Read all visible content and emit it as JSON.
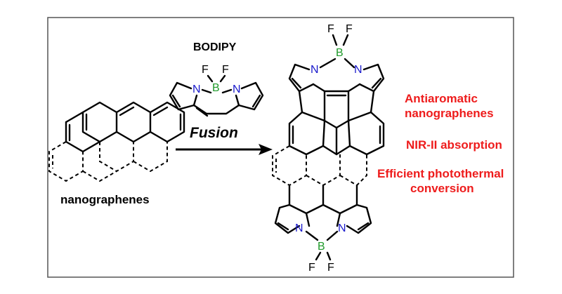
{
  "labels": {
    "bodipy": "BODIPY",
    "fusion": "Fusion",
    "nanographenes": "nanographenes"
  },
  "features": [
    "Antiaromatic",
    "nanographenes",
    "NIR-II absorption",
    "Efficient photothermal",
    "conversion"
  ],
  "atoms": {
    "F": "F",
    "B": "B",
    "N": "N"
  },
  "colors": {
    "nitrogen": "#1a1acc",
    "boron": "#1f9a2a",
    "feature_text": "#ee1c1c",
    "frame": "#555555"
  }
}
